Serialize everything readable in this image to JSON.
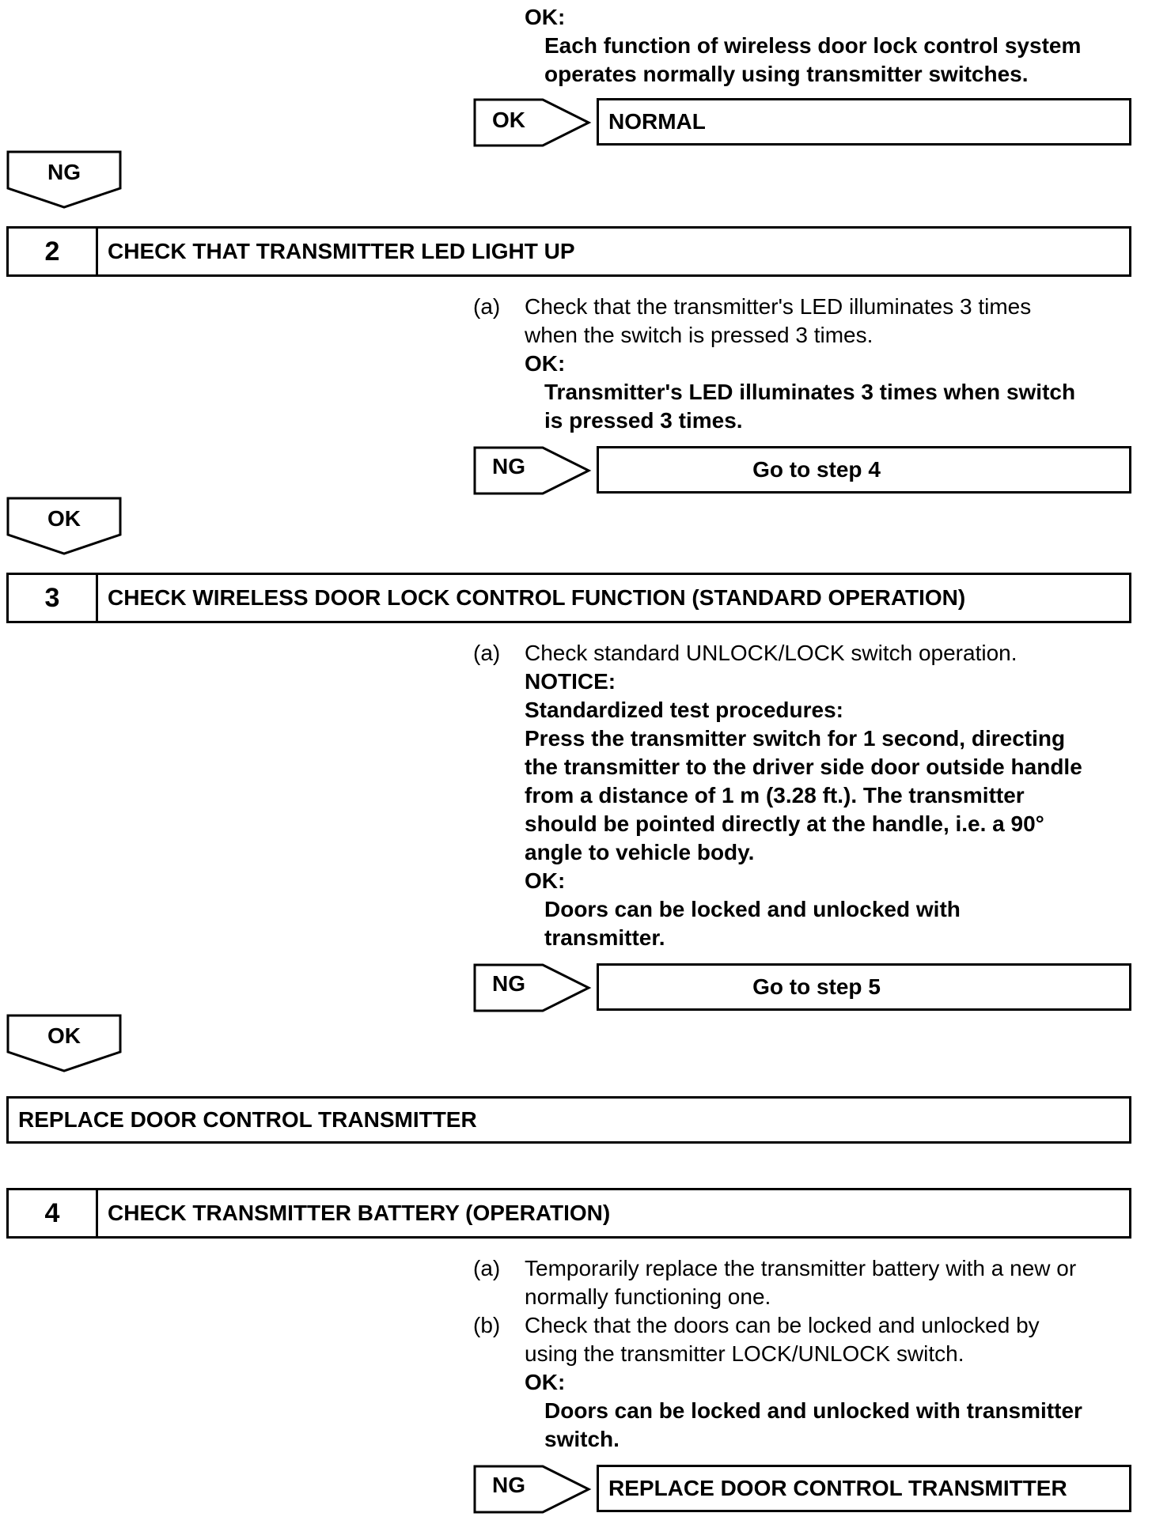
{
  "top": {
    "ok_label": "OK:",
    "ok_line1": "Each function of wireless door lock control system",
    "ok_line2": "operates normally using transmitter switches.",
    "arrow_label": "OK",
    "result": "NORMAL",
    "flow_label": "NG"
  },
  "step2": {
    "number": "2",
    "title": "CHECK THAT TRANSMITTER LED LIGHT UP",
    "a_marker": "(a)",
    "a_line1": "Check that the transmitter's LED illuminates 3 times",
    "a_line2": "when the switch is pressed 3 times.",
    "ok_label": "OK:",
    "ok_line1": "Transmitter's LED illuminates 3 times when switch",
    "ok_line2": "is pressed 3 times.",
    "arrow_label": "NG",
    "result": "Go to step 4",
    "flow_label": "OK"
  },
  "step3": {
    "number": "3",
    "title": "CHECK WIRELESS DOOR LOCK CONTROL FUNCTION (STANDARD OPERATION)",
    "a_marker": "(a)",
    "a_line1": "Check standard UNLOCK/LOCK switch operation.",
    "notice_label": "NOTICE:",
    "notice_line1": "Standardized test procedures:",
    "notice_line2": "Press the transmitter switch for 1 second, directing",
    "notice_line3": "the transmitter to the driver side door outside handle",
    "notice_line4": "from a distance of 1 m (3.28 ft.). The transmitter",
    "notice_line5": "should be pointed directly at the handle, i.e. a 90°",
    "notice_line6": "angle to vehicle body.",
    "ok_label": "OK:",
    "ok_line1": "Doors can be locked and unlocked with",
    "ok_line2": "transmitter.",
    "arrow_label": "NG",
    "result": "Go to step 5",
    "flow_label": "OK"
  },
  "replace1": {
    "text": "REPLACE DOOR CONTROL TRANSMITTER"
  },
  "step4": {
    "number": "4",
    "title": "CHECK TRANSMITTER BATTERY (OPERATION)",
    "a_marker": "(a)",
    "a_line1": "Temporarily replace the transmitter battery with a new or",
    "a_line2": "normally functioning one.",
    "b_marker": "(b)",
    "b_line1": "Check that the doors can be locked and unlocked by",
    "b_line2": "using the transmitter LOCK/UNLOCK switch.",
    "ok_label": "OK:",
    "ok_line1": "Doors can be locked and unlocked with transmitter",
    "ok_line2": "switch.",
    "arrow_label": "NG",
    "result": "REPLACE DOOR CONTROL TRANSMITTER"
  }
}
